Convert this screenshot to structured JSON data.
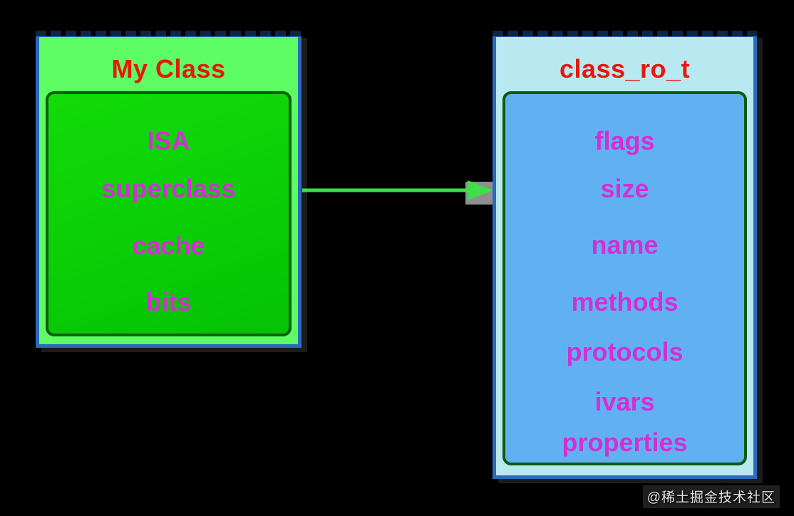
{
  "canvas": {
    "background": "#000000"
  },
  "diagram": {
    "my_class_box": {
      "title": "My Class",
      "title_color": "#e8170c",
      "outer_fill": "#5dfb64",
      "outer_border": "#2b6abc",
      "inner_fill": "#0bd505",
      "inner_border": "#0b5c10",
      "field_color": "#d32fd3",
      "fields": [
        "ISA",
        "superclass",
        "cache",
        "bits"
      ]
    },
    "class_ro_t_box": {
      "title": "class_ro_t",
      "title_color": "#e8170c",
      "outer_fill": "#b9e9f0",
      "outer_border": "#2b6abc",
      "inner_fill": "#61b1f2",
      "inner_border": "#0b5c10",
      "field_color": "#d32fd3",
      "fields": [
        "flags",
        "size",
        "name",
        "methods",
        "protocols",
        "ivars",
        "properties"
      ]
    },
    "arrow": {
      "color": "#3ede49",
      "shadow_color": "#8f8f8f",
      "direction": "left-to-right"
    }
  },
  "watermark": {
    "text": "@稀土掘金技术社区"
  }
}
